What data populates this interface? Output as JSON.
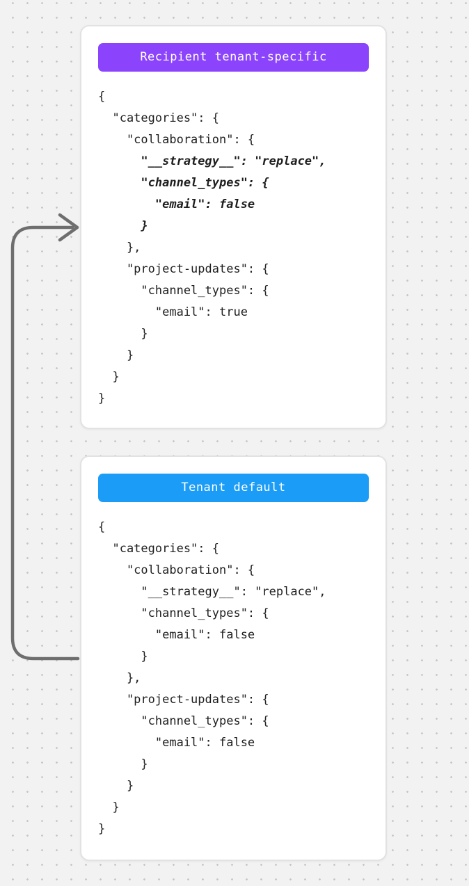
{
  "canvas": {
    "background_color": "#f2f2f2",
    "dot_color": "#c7c7c7"
  },
  "cards": [
    {
      "badge": {
        "label": "Recipient tenant-specific",
        "color": "#8b44fc"
      },
      "code_lines": [
        {
          "text": "{",
          "emphasis": false
        },
        {
          "text": "  \"categories\": {",
          "emphasis": false
        },
        {
          "text": "    \"collaboration\": {",
          "emphasis": false
        },
        {
          "text": "      \"__strategy__\": \"replace\",",
          "emphasis": true
        },
        {
          "text": "      \"channel_types\": {",
          "emphasis": true
        },
        {
          "text": "        \"email\": false",
          "emphasis": true
        },
        {
          "text": "      }",
          "emphasis": true
        },
        {
          "text": "    },",
          "emphasis": false
        },
        {
          "text": "    \"project-updates\": {",
          "emphasis": false
        },
        {
          "text": "      \"channel_types\": {",
          "emphasis": false
        },
        {
          "text": "        \"email\": true",
          "emphasis": false
        },
        {
          "text": "      }",
          "emphasis": false
        },
        {
          "text": "    }",
          "emphasis": false
        },
        {
          "text": "  }",
          "emphasis": false
        },
        {
          "text": "}",
          "emphasis": false
        }
      ]
    },
    {
      "badge": {
        "label": "Tenant default",
        "color": "#1b9cf6"
      },
      "code_lines": [
        {
          "text": "{",
          "emphasis": false
        },
        {
          "text": "  \"categories\": {",
          "emphasis": false
        },
        {
          "text": "    \"collaboration\": {",
          "emphasis": false
        },
        {
          "text": "      \"__strategy__\": \"replace\",",
          "emphasis": false
        },
        {
          "text": "      \"channel_types\": {",
          "emphasis": false
        },
        {
          "text": "        \"email\": false",
          "emphasis": false
        },
        {
          "text": "      }",
          "emphasis": false
        },
        {
          "text": "    },",
          "emphasis": false
        },
        {
          "text": "    \"project-updates\": {",
          "emphasis": false
        },
        {
          "text": "      \"channel_types\": {",
          "emphasis": false
        },
        {
          "text": "        \"email\": false",
          "emphasis": false
        },
        {
          "text": "      }",
          "emphasis": false
        },
        {
          "text": "    }",
          "emphasis": false
        },
        {
          "text": "  }",
          "emphasis": false
        },
        {
          "text": "}",
          "emphasis": false
        }
      ]
    }
  ],
  "arrow": {
    "color": "#6e6e6e",
    "description": "curved arrow from Tenant default card pointing up to Recipient tenant-specific card"
  }
}
